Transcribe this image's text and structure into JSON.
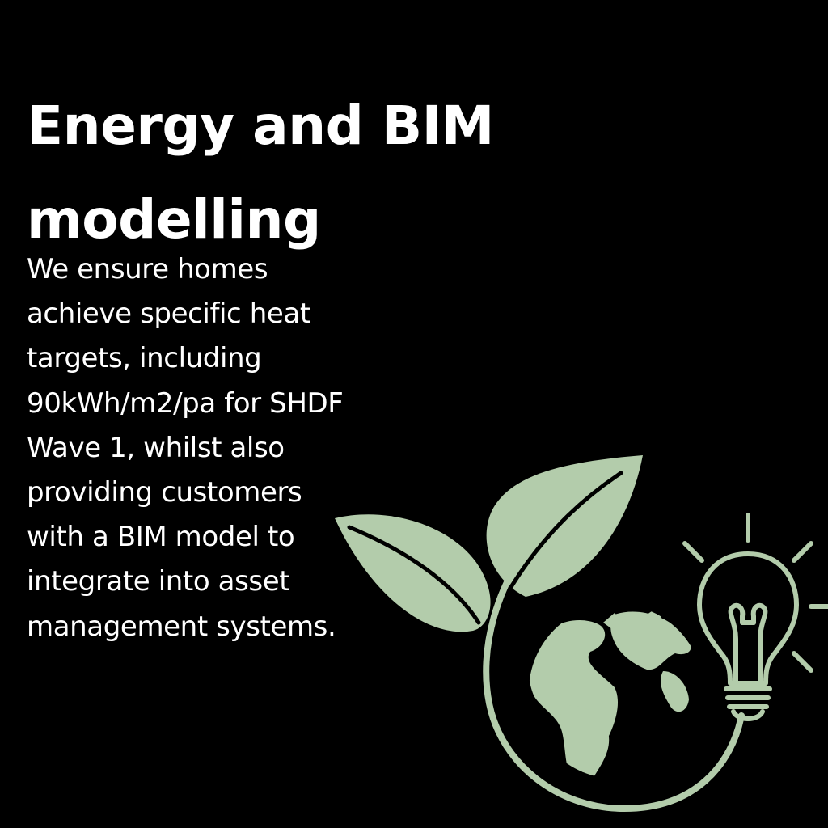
{
  "heading": {
    "lines": [
      "Energy and BIM",
      "modelling"
    ]
  },
  "body": {
    "lines": [
      "We ensure homes",
      "achieve specific heat",
      "targets, including",
      "90kWh/m2/pa for SHDF",
      "Wave 1, whilst also",
      "providing customers",
      "with a BIM model to",
      "integrate into asset",
      "management systems."
    ]
  },
  "illustration": {
    "icons": [
      "leaf-icon",
      "globe-icon",
      "lightbulb-icon"
    ],
    "accent_color": "#b3ccab",
    "background_color": "#000000",
    "text_color": "#ffffff"
  }
}
